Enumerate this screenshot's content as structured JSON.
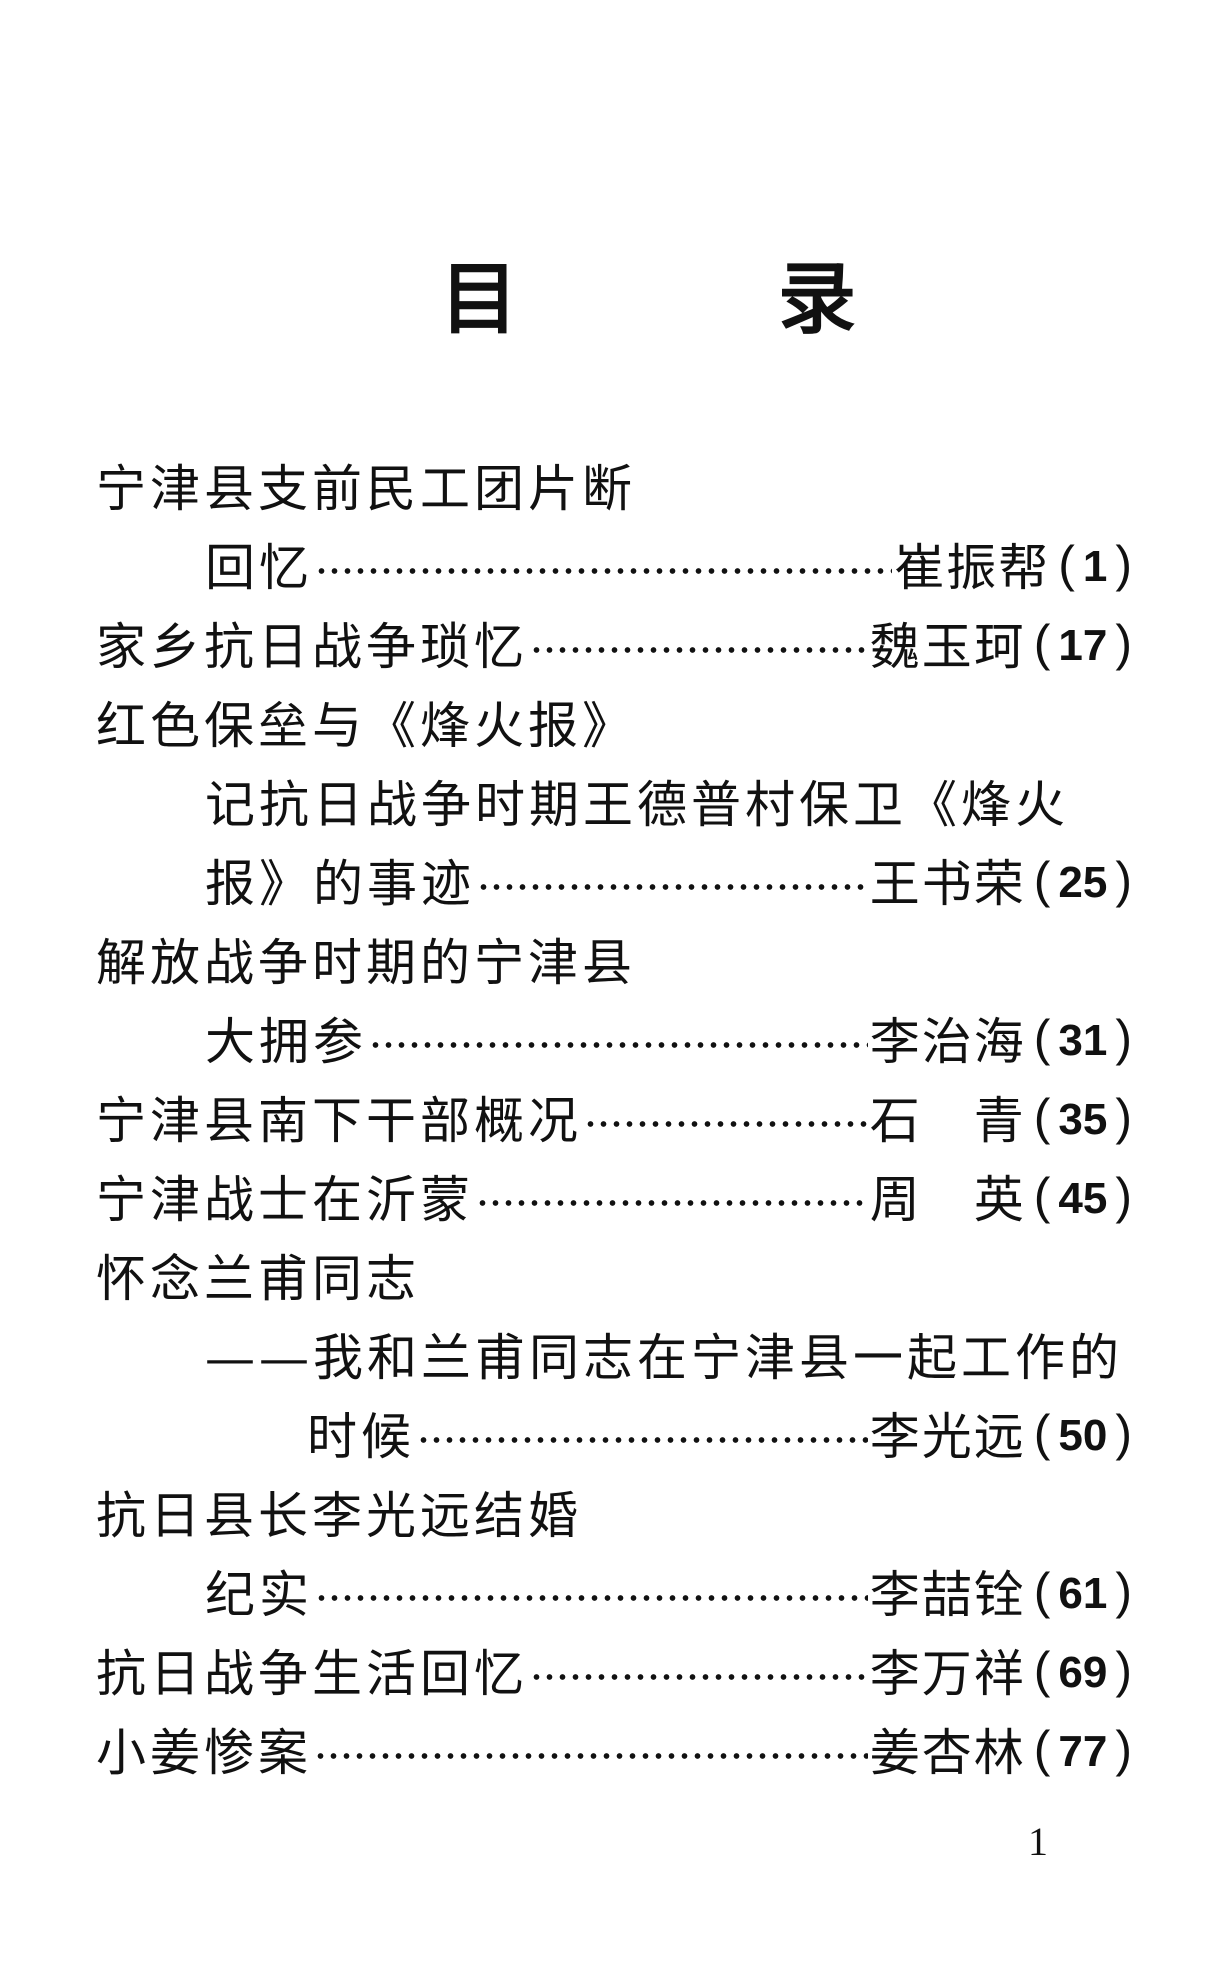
{
  "title": {
    "char1": "目",
    "char2": "录"
  },
  "entries": [
    {
      "title_line1": "宁津县支前民工团片断",
      "title_line2": "回忆",
      "author": "崔振帮",
      "page": "1"
    },
    {
      "title": "家乡抗日战争琐忆",
      "author": "魏玉珂",
      "page": "17"
    },
    {
      "title_line1": "红色保垒与《烽火报》",
      "subtitle_line1": "记抗日战争时期王德普村保卫《烽火",
      "subtitle_line2": "报》的事迹",
      "author": "王书荣",
      "page": "25"
    },
    {
      "title_line1": "解放战争时期的宁津县",
      "title_line2": "大拥参",
      "author": "李治海",
      "page": "31"
    },
    {
      "title": "宁津县南下干部概况",
      "author": "石　青",
      "page": "35"
    },
    {
      "title": "宁津战士在沂蒙",
      "author": "周　英",
      "page": "45"
    },
    {
      "title_line1": "怀念兰甫同志",
      "subtitle_line1": "——我和兰甫同志在宁津县一起工作的",
      "subtitle_line2": "时候",
      "author": "李光远",
      "page": "50"
    },
    {
      "title_line1": "抗日县长李光远结婚",
      "title_line2": "纪实",
      "author": "李喆铨",
      "page": "61"
    },
    {
      "title": "抗日战争生活回忆",
      "author": "李万祥",
      "page": "69"
    },
    {
      "title": "小姜惨案",
      "author": "姜杏林",
      "page": "77"
    }
  ],
  "page_number": "1"
}
